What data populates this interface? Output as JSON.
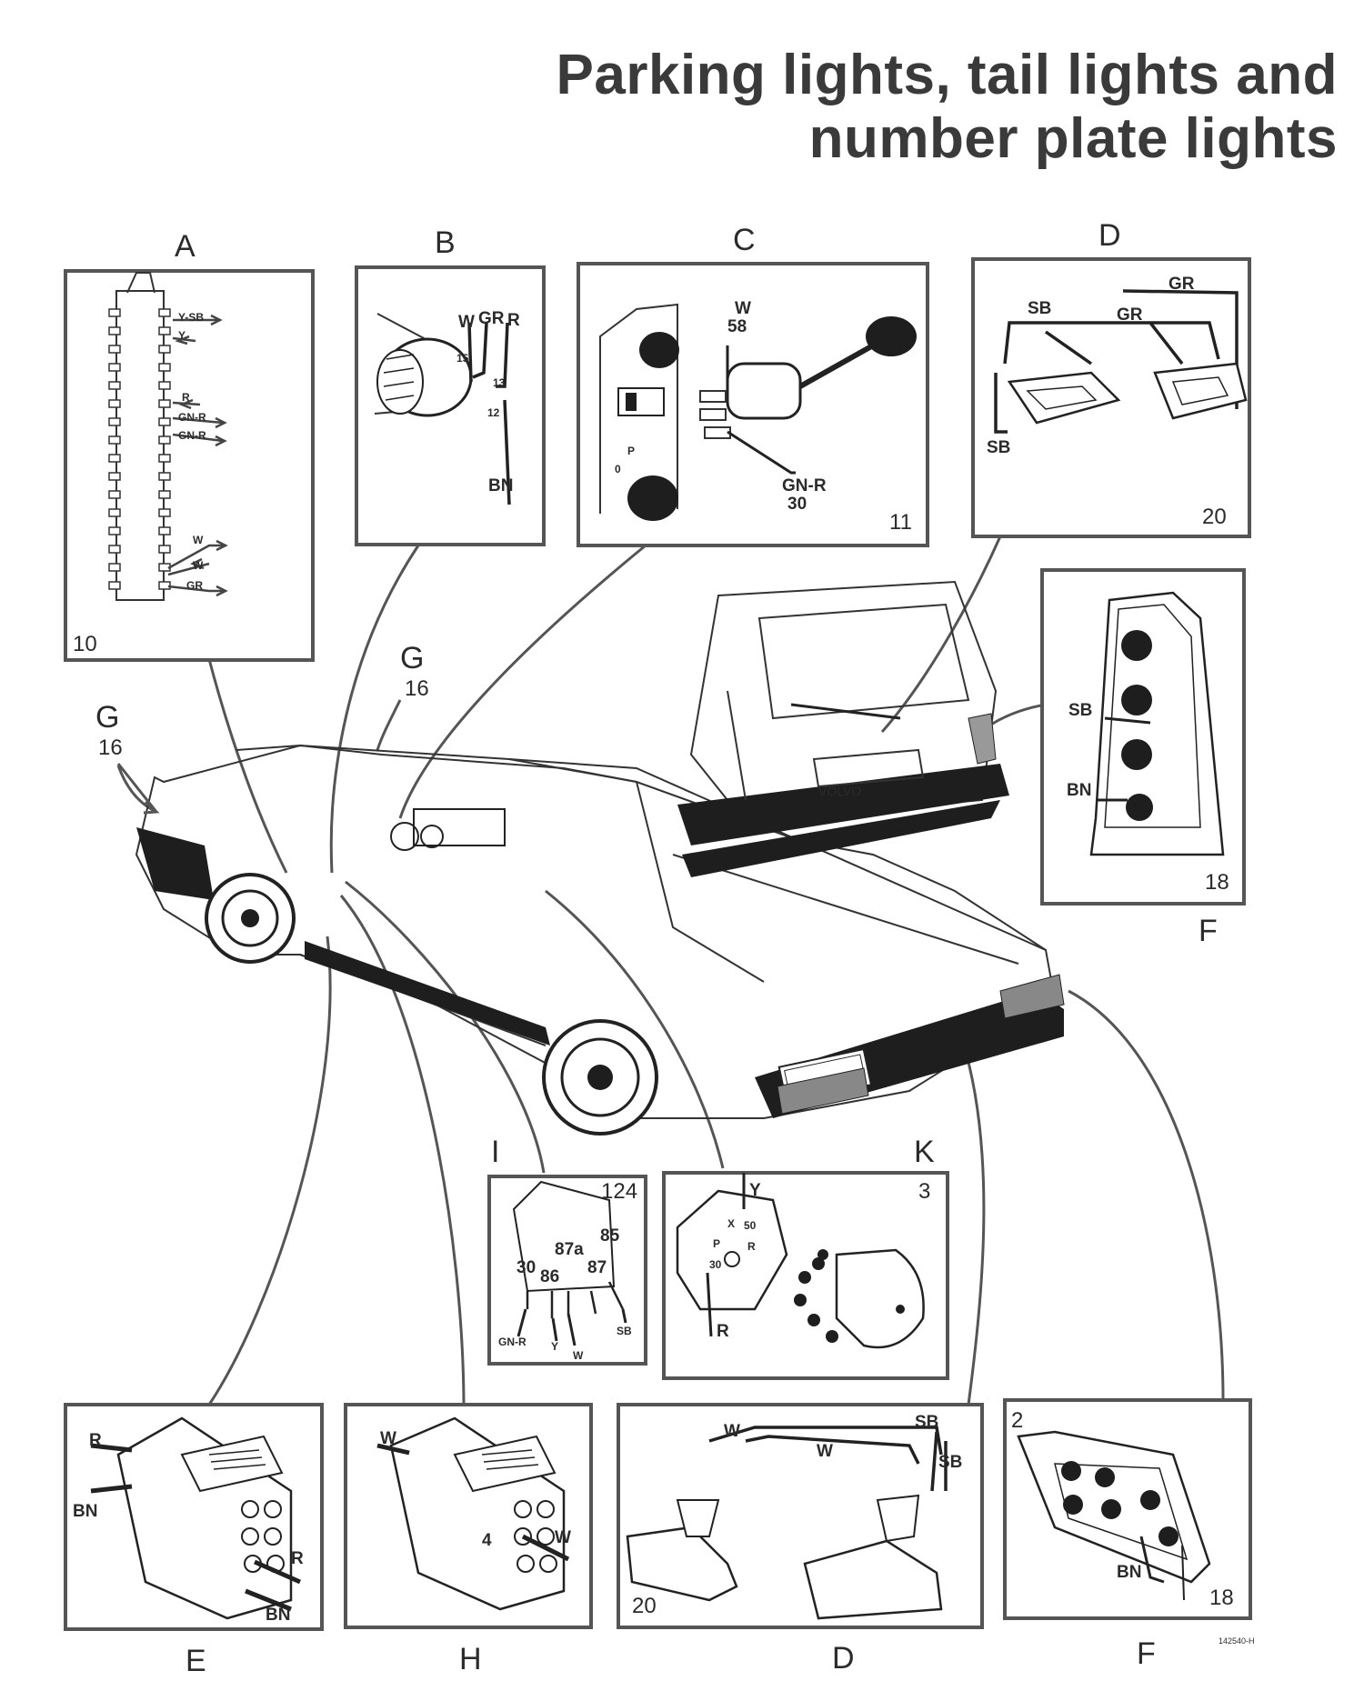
{
  "title": {
    "line1": "Parking lights, tail lights and",
    "line2": "number plate lights"
  },
  "panels": {
    "A": {
      "letter": "A",
      "number": "10",
      "wires": [
        "Y-SB",
        "Y",
        "R",
        "GN-R",
        "GN-R",
        "W",
        "W",
        "GR"
      ]
    },
    "B": {
      "letter": "B",
      "wires": [
        "W",
        "GR",
        "R",
        "BN"
      ],
      "pins": [
        "15",
        "13",
        "12"
      ]
    },
    "C": {
      "letter": "C",
      "number": "11",
      "wires": [
        "W",
        "58",
        "GN-R",
        "30"
      ],
      "knob": [
        "0",
        "P"
      ]
    },
    "D_top": {
      "letter": "D",
      "number": "20",
      "wires": [
        "GR",
        "SB",
        "GR",
        "SB"
      ]
    },
    "F_top": {
      "letter": "F",
      "number": "18",
      "wires": [
        "SB",
        "BN"
      ]
    },
    "I": {
      "letter": "I",
      "number": "124",
      "pins": [
        "87a",
        "85",
        "30",
        "86",
        "87"
      ],
      "wires": [
        "GN-R",
        "Y",
        "W",
        "SB"
      ]
    },
    "K": {
      "letter": "K",
      "number": "3",
      "wires": [
        "Y",
        "R"
      ],
      "pins": [
        "X",
        "50",
        "P",
        "R",
        "30"
      ]
    },
    "E": {
      "letter": "E",
      "wires": [
        "R",
        "BN",
        "R",
        "BN"
      ]
    },
    "H": {
      "letter": "H",
      "wires": [
        "W",
        "W"
      ],
      "pin": "4"
    },
    "D_bottom": {
      "letter": "D",
      "number": "20",
      "wires": [
        "W",
        "W",
        "SB",
        "SB"
      ]
    },
    "F_bottom": {
      "letter": "F",
      "number": "18",
      "extra": "2",
      "wires": [
        "BN"
      ]
    }
  },
  "car_labels": {
    "g_left": "G",
    "g_left_num": "16",
    "g_mid": "G",
    "g_mid_num": "16",
    "badge": "VOLVO"
  },
  "ref_code": "142540-H"
}
